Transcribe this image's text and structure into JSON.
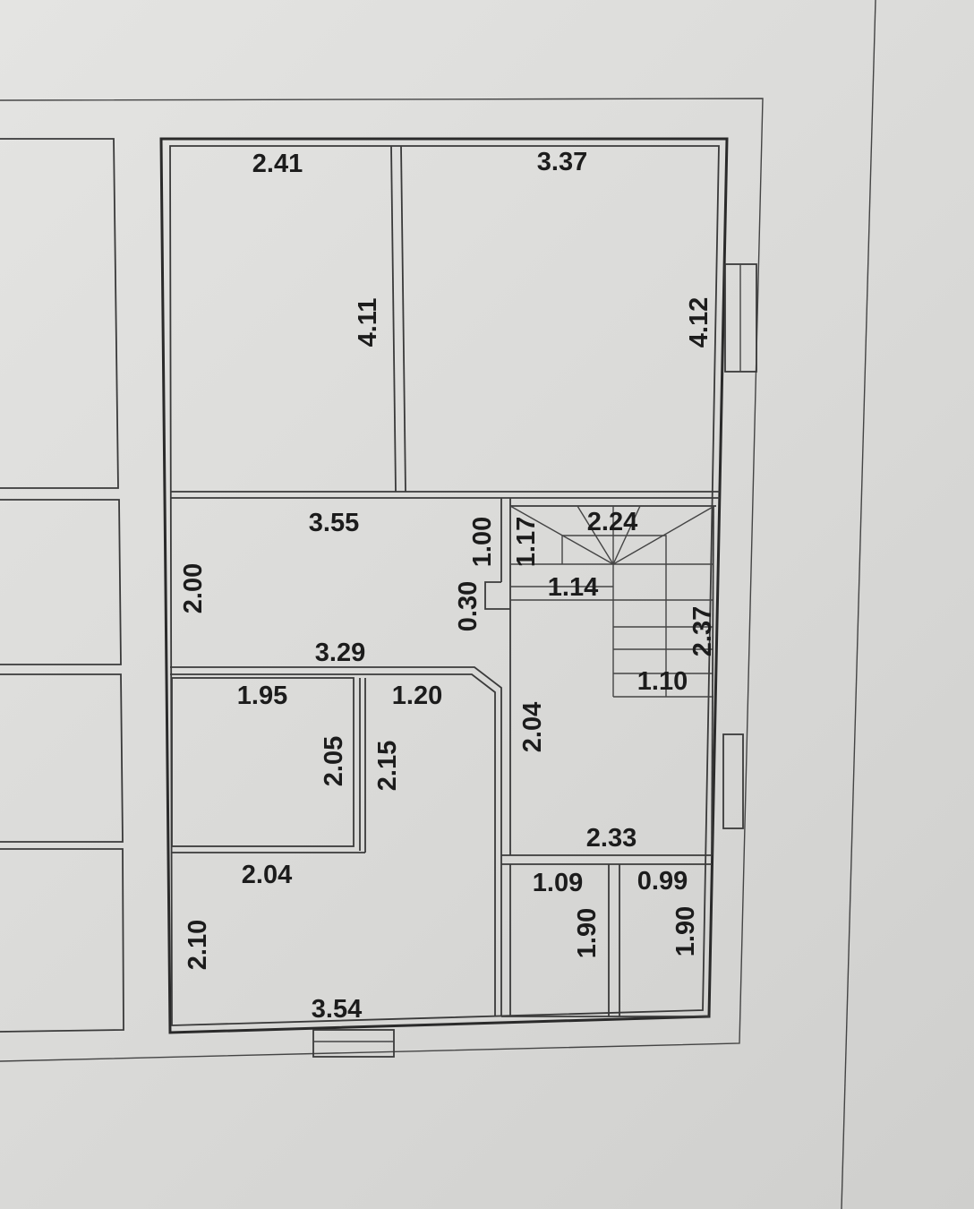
{
  "plan": {
    "title": "Floor plan with room dimensions (m)",
    "rooms": {
      "room_top_left": {
        "width": "2.41",
        "length": "4.11"
      },
      "room_top_right": {
        "width": "3.37",
        "length": "4.12"
      },
      "hall": {
        "top": "3.55",
        "bottom": "3.29",
        "height": "2.00",
        "niche_depth": "0.30",
        "niche_length": "1.00"
      },
      "stairs": {
        "width": "2.24",
        "landing_left": "1.17",
        "landing_step": "1.14",
        "flight_length": "2.37",
        "flight_width": "1.10"
      },
      "small_room": {
        "width": "1.95",
        "height": "2.05"
      },
      "passage": {
        "width": "1.20",
        "height": "2.15"
      },
      "corridor_right": {
        "height": "2.04",
        "width": "2.33"
      },
      "room_bottom_left": {
        "top": "2.04",
        "bottom": "3.54",
        "height": "2.10"
      },
      "closet_left": {
        "width": "1.09",
        "height": "1.90"
      },
      "closet_right": {
        "width": "0.99",
        "height": "1.90"
      }
    }
  }
}
